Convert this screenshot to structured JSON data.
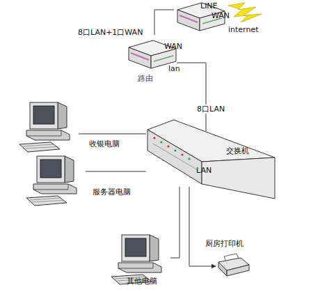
{
  "diagram": {
    "nodes": [
      {
        "text": [
          "LINE",
          "WAN"
        ]
      },
      {
        "text": [
          "WAN",
          "lan",
          "路由"
        ]
      },
      {
        "text": [
          "交换机",
          "LAN"
        ]
      },
      {
        "text": [
          "收银电脑"
        ]
      },
      {
        "text": [
          "服务器电脑"
        ]
      },
      {
        "text": [
          "其他电脑"
        ]
      },
      {
        "text": [
          "厨房打印机"
        ]
      }
    ],
    "edges": [
      {
        "from": 0,
        "to": 1,
        "arrow": "none"
      },
      {
        "from": 1,
        "to": 2,
        "label": "8口LAN",
        "arrow": "none"
      },
      {
        "from": 2,
        "to": 3,
        "arrow": "none"
      },
      {
        "from": 2,
        "to": 4,
        "arrow": "none"
      },
      {
        "from": 2,
        "to": 5,
        "arrow": "none"
      },
      {
        "from": 2,
        "to": 6,
        "arrow": "to"
      }
    ],
    "labels": [
      "8口LAN+1口WAN",
      "internet"
    ]
  }
}
